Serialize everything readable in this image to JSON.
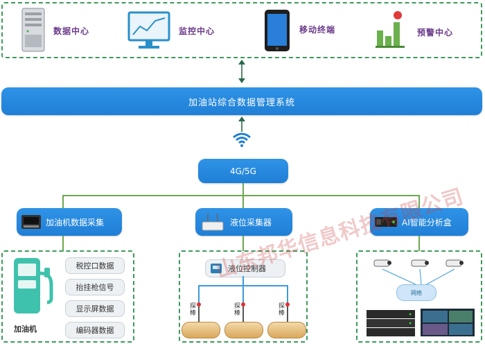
{
  "top_centers": [
    {
      "label": "数据中心",
      "icon": "server-icon"
    },
    {
      "label": "监控中心",
      "icon": "monitor-chart-icon"
    },
    {
      "label": "移动终端",
      "icon": "tablet-icon"
    },
    {
      "label": "预警中心",
      "icon": "bar-alert-icon"
    }
  ],
  "system_bar": "加油站综合数据管理系统",
  "network_label": "4G/5G",
  "branches": [
    {
      "label": "加油机数据采集",
      "icon": "controller-box-icon"
    },
    {
      "label": "液位采集器",
      "icon": "router-icon"
    },
    {
      "label": "AI智能分析盒",
      "icon": "ai-box-icon"
    }
  ],
  "fuel_dispenser": {
    "label": "加油机",
    "items": [
      "税控口数据",
      "抬挂枪信号",
      "显示屏数据",
      "编码器数据"
    ]
  },
  "level": {
    "controller": "液位控制器",
    "probe_label": "探棒",
    "tank_count": 3
  },
  "ai": {
    "network_label": "网络",
    "camera_count": 3
  },
  "watermark": "山东邦华信息科技有限公司",
  "colors": {
    "accent_blue": "#1f7fd6",
    "dashed_green": "#3c9a5a",
    "label_purple": "#6a3a8a"
  }
}
